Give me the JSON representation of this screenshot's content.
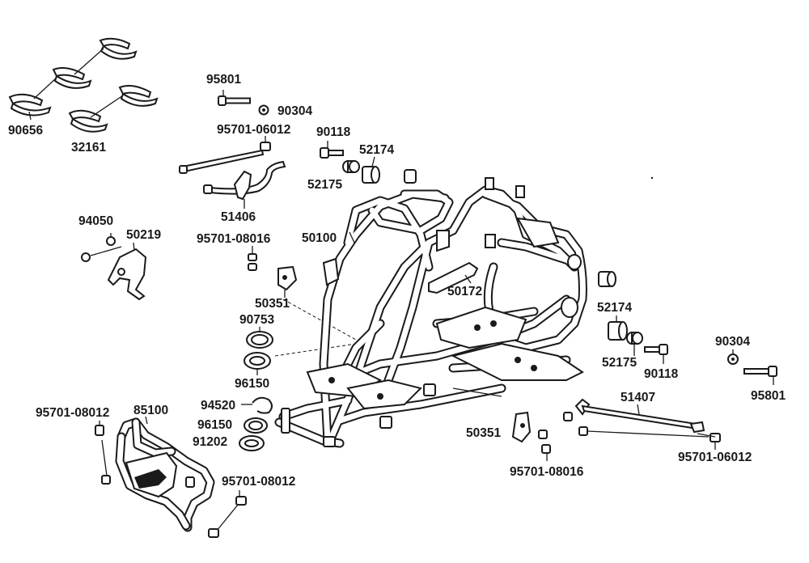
{
  "labels": {
    "l90656": "90656",
    "l32161": "32161",
    "l95801_top": "95801",
    "l90304_top": "90304",
    "l95701_06012_top": "95701-06012",
    "l90118_top": "90118",
    "l52174_top": "52174",
    "l52175_top": "52175",
    "l51406": "51406",
    "l94050": "94050",
    "l50219": "50219",
    "l95701_08016_left": "95701-08016",
    "l50100": "50100",
    "l50351_left": "50351",
    "l50172": "50172",
    "l90753": "90753",
    "l96150_a": "96150",
    "l94520": "94520",
    "l96150_b": "96150",
    "l91202": "91202",
    "l95701_08012_left": "95701-08012",
    "l85100": "85100",
    "l95701_08012_bottom": "95701-08012",
    "l52174_right": "52174",
    "l52175_right": "52175",
    "l90118_right": "90118",
    "l90304_right": "90304",
    "l95801_right": "95801",
    "l51407": "51407",
    "l50351_right": "50351",
    "l95701_08016_bottom": "95701-08016",
    "l95701_06012_right": "95701-06012"
  },
  "colors": {
    "ink": "#1a1a1a",
    "background": "#ffffff"
  }
}
